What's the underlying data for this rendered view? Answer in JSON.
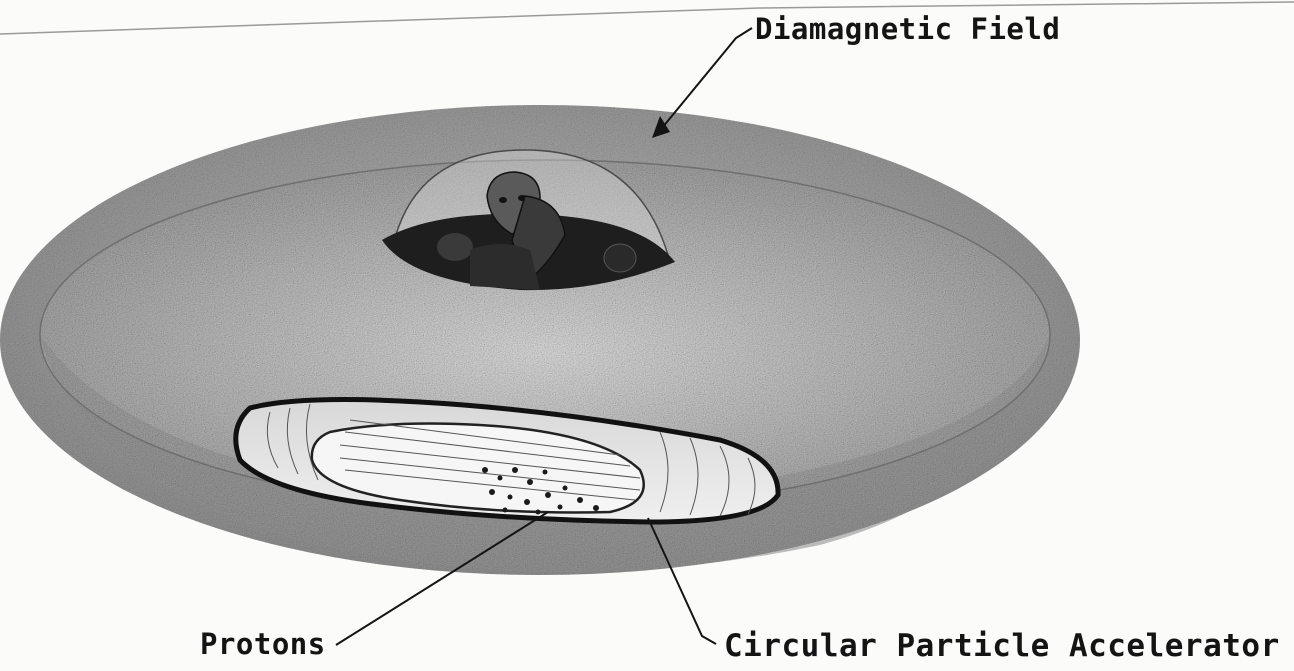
{
  "labels": {
    "diamagnetic_field": "Diamagnetic Field",
    "protons": "Protons",
    "accelerator": "Circular Particle Accelerator"
  },
  "colors": {
    "paper": "#fbfbfa",
    "ink": "#141414",
    "pencil_dark": "#5e5e5e",
    "pencil_mid": "#9a9a9a",
    "pencil_light": "#c8c8c8"
  }
}
